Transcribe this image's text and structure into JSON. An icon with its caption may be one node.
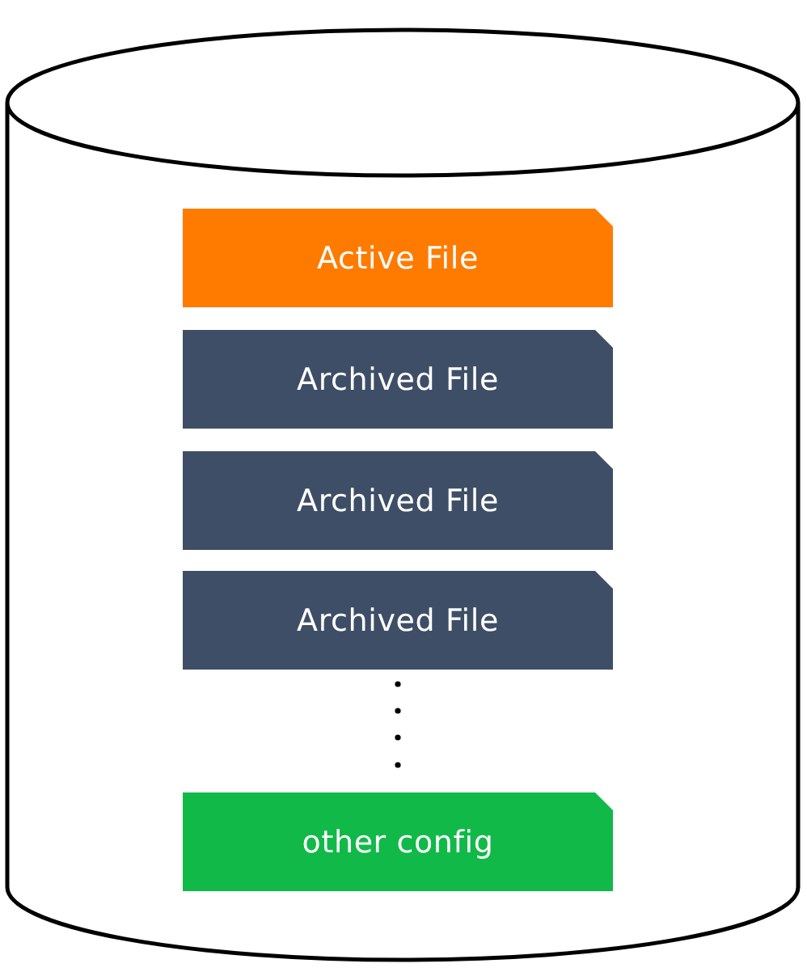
{
  "diagram": {
    "nodes": [
      {
        "text": [],
        "shape": "cylinder"
      },
      {
        "text": [
          "Active File"
        ],
        "in": 0
      },
      {
        "text": [
          "Archived File"
        ],
        "in": 0
      },
      {
        "text": [
          "Archived File"
        ],
        "in": 0
      },
      {
        "text": [
          "Archived File"
        ],
        "in": 0
      },
      {
        "text": [
          "other config"
        ],
        "in": 0
      }
    ]
  }
}
